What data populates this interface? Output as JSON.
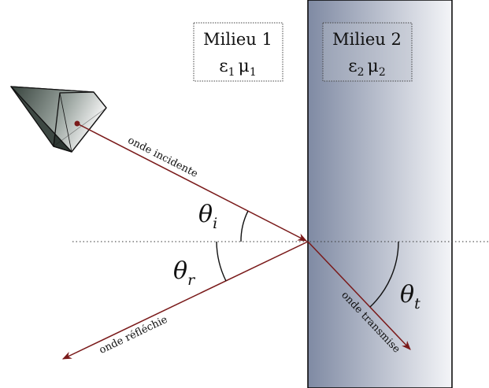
{
  "medium1": {
    "name": "Milieu 1",
    "eps": "ε",
    "eps_sub": "1",
    "mu": "μ",
    "mu_sub": "1"
  },
  "medium2": {
    "name": "Milieu 2",
    "eps": "ε",
    "eps_sub": "2",
    "mu": "μ",
    "mu_sub": "2"
  },
  "waves": {
    "incident": "onde incidente",
    "reflected": "onde réfléchie",
    "transmitted": "onde transmise"
  },
  "angles": {
    "incident": {
      "symbol": "θ",
      "sub": "i"
    },
    "reflected": {
      "symbol": "θ",
      "sub": "r"
    },
    "transmitted": {
      "symbol": "θ",
      "sub": "t"
    }
  },
  "colors": {
    "ray": "#7a1a1a",
    "slab_dark": "#7f8aa3",
    "slab_light": "#f4f5f8",
    "prism_dark": "#3a4640",
    "prism_light": "#f2f2f2"
  }
}
